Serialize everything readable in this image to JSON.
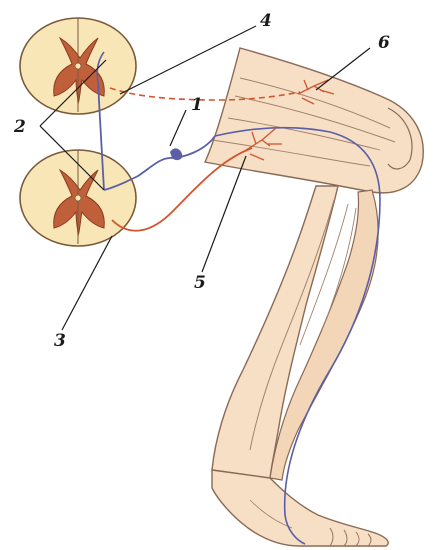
{
  "labels": {
    "l1": "1",
    "l2": "2",
    "l3": "3",
    "l4": "4",
    "l5": "5",
    "l6": "6"
  },
  "colors": {
    "background": "#ffffff",
    "leg_fill": "#f6dfc5",
    "leg_outline": "#8a6a56",
    "cord_white_matter": "#f9e6b6",
    "cord_gray_matter": "#c0603a",
    "sensory_neuron": "#5a5fa8",
    "motor_neuron": "#d2552e",
    "label_text": "#1a1a1a"
  },
  "icons": {
    "spinal_cord_section": "spinal-cord-cross-section-icon",
    "leg": "leg-anatomy-icon"
  }
}
